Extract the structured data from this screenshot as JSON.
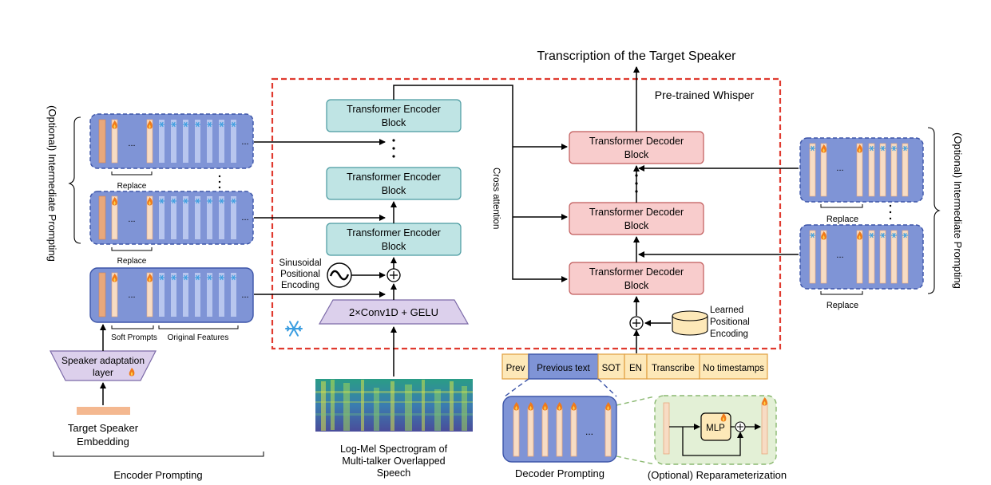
{
  "title": "Transcription of the Target Speaker",
  "whisper": {
    "label": "Pre-trained Whisper",
    "enc_line1": "Transformer Encoder",
    "enc_line2": "Block",
    "dec_line1": "Transformer Decoder",
    "dec_line2": "Block",
    "conv": "2×Conv1D + GELU",
    "cross_attention": "Cross attention",
    "sinusoidal": [
      "Sinusoidal",
      "Positional",
      "Encoding"
    ],
    "learned": [
      "Learned",
      "Positional",
      "Encoding"
    ]
  },
  "encoder_prompting": {
    "optional_label": "(Optional) Intermediate Prompting",
    "replace": "Replace",
    "soft_prompts": "Soft Prompts",
    "original_features": "Original Features",
    "speaker_adaptation": [
      "Speaker adaptation",
      "layer"
    ],
    "embedding": [
      "Target Speaker",
      "Embedding"
    ],
    "footer": "Encoder Prompting",
    "dots": "..."
  },
  "decoder_side": {
    "optional_label": "(Optional) Intermediate Prompting",
    "replace": "Replace"
  },
  "spectrogram": [
    "Log-Mel Spectrogram of",
    "Multi-talker Overlapped",
    "Speech"
  ],
  "tokens": [
    "Prev",
    "Previous text",
    "SOT",
    "EN",
    "Transcribe",
    "No timestamps"
  ],
  "decoder_prompting": {
    "footer": "Decoder Prompting",
    "mlp": "MLP",
    "reparam": "(Optional) Reparameterization"
  },
  "colors": {
    "dashed_box": "#e03a2f",
    "encoder_fill": "#bfe4e4",
    "decoder_fill": "#f8cccc",
    "prompt_fill": "#7f94d6",
    "token_fill": "#fde8b8",
    "reparam_fill": "#e3f0d6"
  }
}
